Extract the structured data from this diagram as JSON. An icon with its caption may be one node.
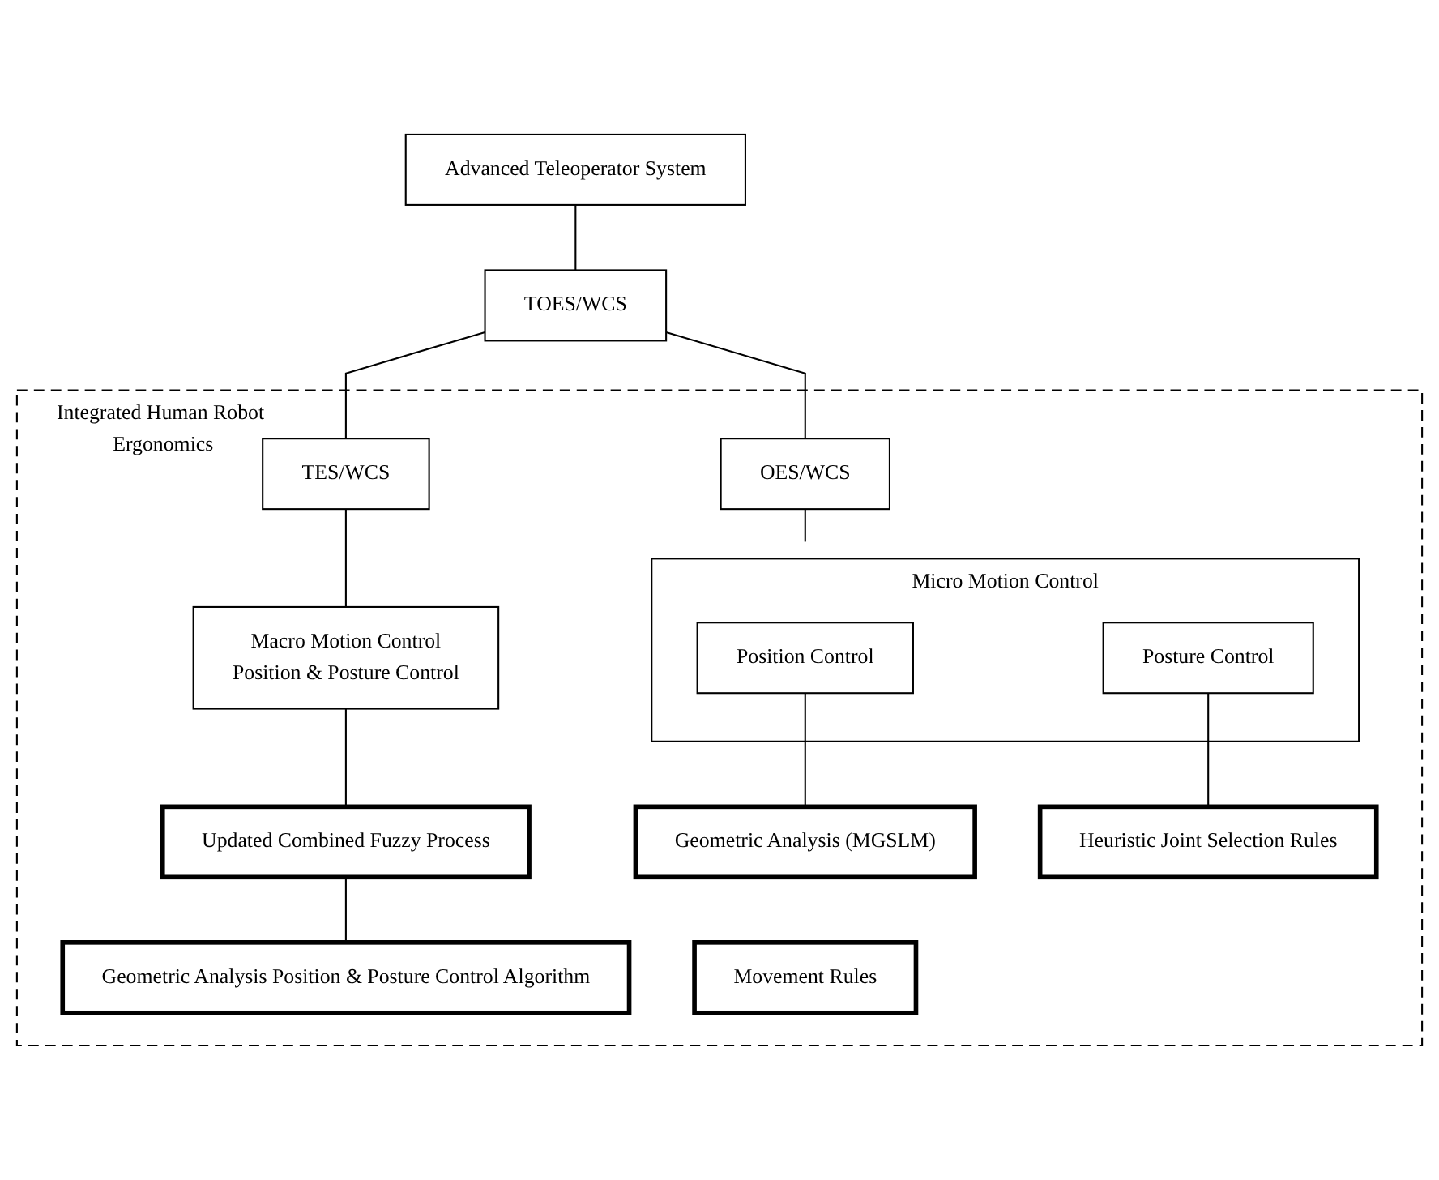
{
  "diagram": {
    "nodes": [
      {
        "text": [
          "Advanced Teleoperator System"
        ]
      },
      {
        "text": [
          "TOES/WCS"
        ]
      },
      {
        "text": [
          "Integrated Human Robot Ergonomics"
        ]
      },
      {
        "text": [
          "TES/WCS"
        ],
        "in": 2
      },
      {
        "text": [
          "OES/WCS"
        ],
        "in": 2
      },
      {
        "text": [
          "Macro Motion Control",
          "Position & Posture Control"
        ],
        "in": 2
      },
      {
        "text": [
          "Micro Motion Control"
        ],
        "in": 2
      },
      {
        "text": [
          "Position Control"
        ],
        "in": 6
      },
      {
        "text": [
          "Posture Control"
        ],
        "in": 6
      },
      {
        "text": [
          "Updated Combined Fuzzy Process"
        ],
        "in": 2
      },
      {
        "text": [
          "Geometric Analysis (MGSLM)"
        ],
        "in": 2
      },
      {
        "text": [
          "Heuristic Joint Selection Rules"
        ],
        "in": 2
      },
      {
        "text": [
          "Geometric Analysis Position & Posture Control Algorithm"
        ],
        "in": 2
      },
      {
        "text": [
          "Movement Rules"
        ],
        "in": 2
      }
    ],
    "edges": [
      {
        "from": 0,
        "to": 1,
        "arrow": "none"
      },
      {
        "from": 1,
        "to": 3,
        "arrow": "none"
      },
      {
        "from": 1,
        "to": 4,
        "arrow": "none"
      },
      {
        "from": 3,
        "to": 5,
        "arrow": "none"
      },
      {
        "from": 4,
        "to": 6,
        "arrow": "none"
      },
      {
        "from": 5,
        "to": 9,
        "arrow": "none"
      },
      {
        "from": 9,
        "to": 12,
        "arrow": "none"
      },
      {
        "from": 7,
        "to": 10,
        "arrow": "none"
      },
      {
        "from": 8,
        "to": 11,
        "arrow": "none"
      }
    ]
  }
}
